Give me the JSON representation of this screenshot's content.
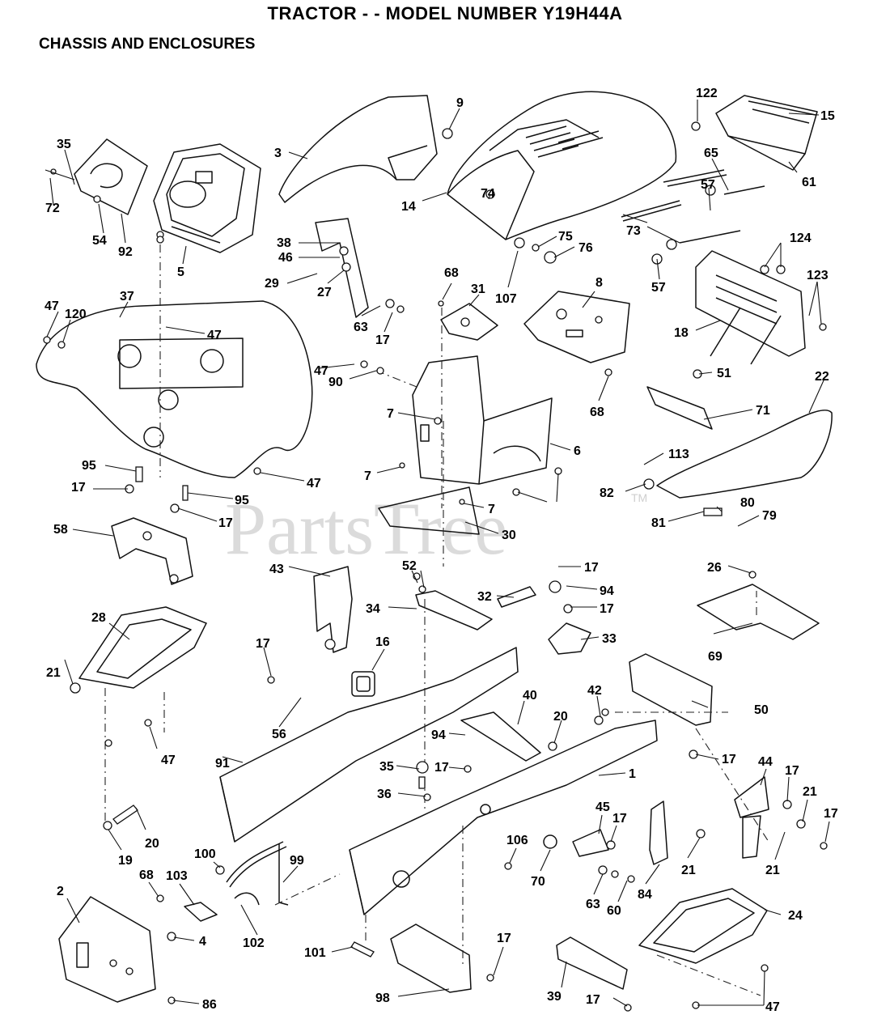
{
  "header": {
    "title": "TRACTOR - - MODEL NUMBER Y19H44A",
    "subtitle": "CHASSIS AND ENCLOSURES"
  },
  "watermark": {
    "text": "PartsTree",
    "trademark": "TM"
  },
  "callouts": [
    "122",
    "15",
    "9",
    "35",
    "3",
    "65",
    "72",
    "57",
    "14",
    "74",
    "61",
    "54",
    "92",
    "5",
    "73",
    "75",
    "76",
    "124",
    "38",
    "46",
    "57",
    "29",
    "27",
    "107",
    "123",
    "68",
    "31",
    "8",
    "47",
    "120",
    "37",
    "47",
    "18",
    "63",
    "17",
    "47",
    "90",
    "68",
    "51",
    "22",
    "7",
    "71",
    "6",
    "113",
    "95",
    "7",
    "47",
    "7",
    "82",
    "17",
    "95",
    "80",
    "17",
    "79",
    "81",
    "58",
    "30",
    "26",
    "43",
    "17",
    "52",
    "94",
    "32",
    "34",
    "17",
    "69",
    "28",
    "33",
    "16",
    "17",
    "21",
    "42",
    "40",
    "50",
    "20",
    "56",
    "94",
    "47",
    "44",
    "35",
    "17",
    "17",
    "91",
    "17",
    "1",
    "36",
    "21",
    "17",
    "45",
    "17",
    "20",
    "19",
    "106",
    "21",
    "21",
    "100",
    "99",
    "68",
    "103",
    "70",
    "63",
    "84",
    "60",
    "2",
    "24",
    "4",
    "102",
    "101",
    "17",
    "39",
    "17",
    "47",
    "98",
    "86"
  ]
}
